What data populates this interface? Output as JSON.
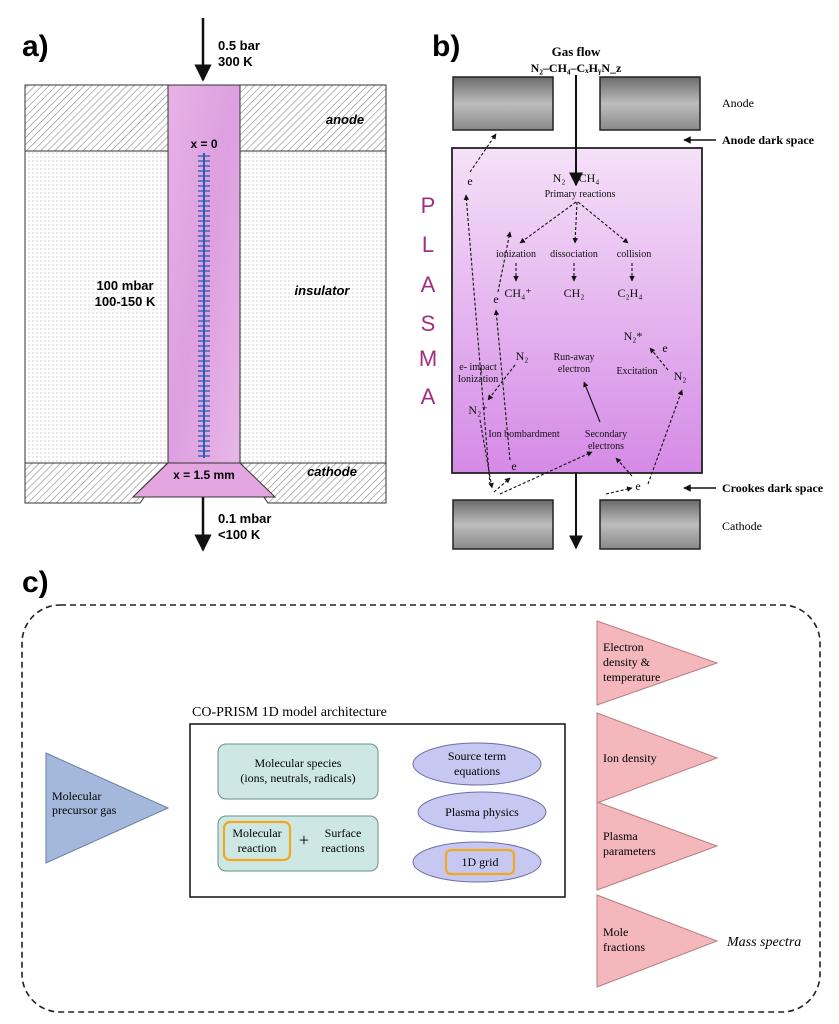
{
  "panel_a": {
    "label": "a)",
    "inlet_pressure": "0.5 bar",
    "inlet_temp": "300 K",
    "anode": "anode",
    "insulator": "insulator",
    "cathode": "cathode",
    "pressure_mid": "100 mbar",
    "temp_mid": "100-150 K",
    "x_start": "x = 0",
    "x_end": "x = 1.5 mm",
    "outlet_pressure": "0.1 mbar",
    "outlet_temp": "<100 K",
    "colors": {
      "plasma": "#e4a6e0",
      "grid": "#2a5db0",
      "outline": "#222222"
    }
  },
  "panel_b": {
    "label": "b)",
    "gas_flow": "Gas flow",
    "gas_formula": "N₂–CH₄–CₓHᵧN_z",
    "anode": "Anode",
    "anode_dark_space": "Anode dark space",
    "cathode": "Cathode",
    "crookes_dark_space": "Crookes dark space",
    "plasma_letters": [
      "P",
      "L",
      "A",
      "S",
      "M",
      "A"
    ],
    "n2": "N₂",
    "ch4": "CH₄",
    "primary_reactions": "Primary reactions",
    "ionization": "ionization",
    "dissociation": "dissociation",
    "collision": "collision",
    "ch4_plus": "CH₄⁺",
    "ch2": "CH₂",
    "c2h4": "C₂H₄",
    "n2_star": "N₂*",
    "excitation": "Excitation",
    "e_impact": "e- impact",
    "ionization_2": "Ionization",
    "n2_plus": "N₂⁺",
    "run_away_1": "Run-away",
    "run_away_2": "electron",
    "ion_bombardment": "Ion bombardment",
    "secondary_1": "Secondary",
    "secondary_2": "electrons",
    "e": "e",
    "colors": {
      "plasma_top": "#f3dcf7",
      "plasma_bottom": "#d58ae6",
      "letters": "#a0307f"
    }
  },
  "panel_c": {
    "label": "c)",
    "input": [
      "Molecular",
      "precursor gas"
    ],
    "architecture_title": "CO-PRISM 1D model architecture",
    "species": [
      "Molecular species",
      "(ions, neutrals, radicals)"
    ],
    "molecular_reaction": [
      "Molecular",
      "reaction"
    ],
    "plus": "+",
    "surface_reactions": [
      "Surface",
      "reactions"
    ],
    "source_term": [
      "Source term",
      "equations"
    ],
    "plasma_physics": "Plasma physics",
    "grid_1d": "1D grid",
    "outputs": [
      [
        "Electron",
        "density &",
        "temperature"
      ],
      [
        "Ion density"
      ],
      [
        "Plasma",
        "parameters"
      ],
      [
        "Mole",
        "fractions"
      ]
    ],
    "mass_spectra": "Mass spectra",
    "colors": {
      "input": "#a4b8dc",
      "output": "#f4b8bc",
      "teal": "#cde8e4",
      "ellipse": "#c7c8f2",
      "highlight": "#f2a81d"
    }
  }
}
